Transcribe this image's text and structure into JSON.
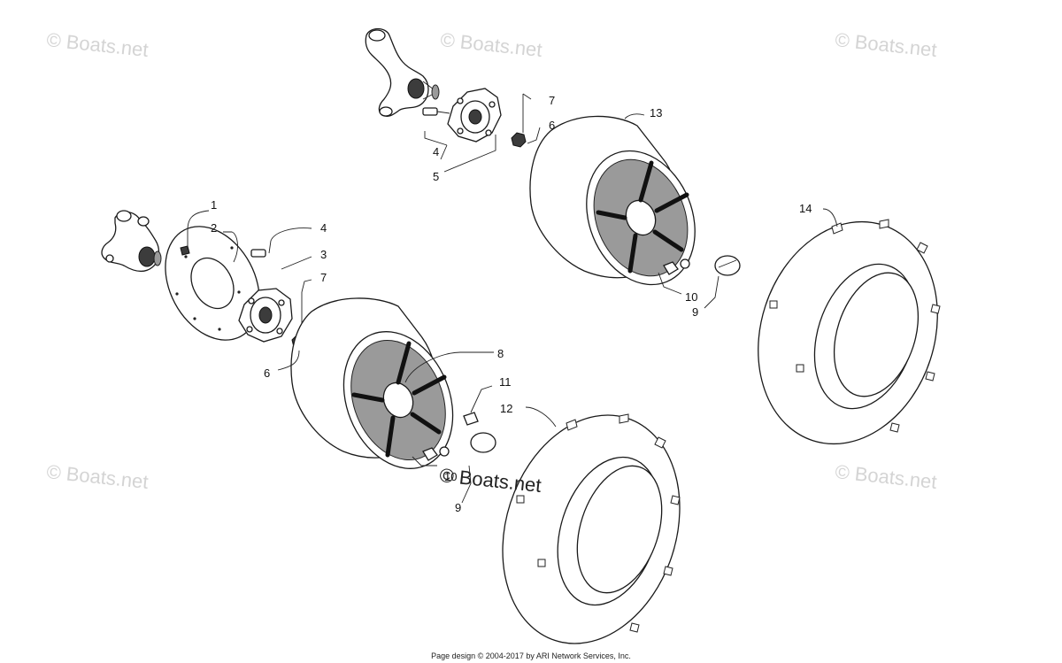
{
  "diagram": {
    "watermarks": [
      {
        "text": "© Boats.net",
        "pos": "top-left"
      },
      {
        "text": "© Boats.net",
        "pos": "top-center"
      },
      {
        "text": "© Boats.net",
        "pos": "top-right"
      },
      {
        "text": "© Boats.net",
        "pos": "bottom-left"
      },
      {
        "text": "© Boats.net",
        "pos": "bottom-right"
      }
    ],
    "center_watermark": "© Boats.net",
    "callouts": [
      {
        "id": "c1",
        "label": "1"
      },
      {
        "id": "c2",
        "label": "2"
      },
      {
        "id": "c3",
        "label": "3"
      },
      {
        "id": "c4a",
        "label": "4"
      },
      {
        "id": "c4b",
        "label": "4"
      },
      {
        "id": "c5",
        "label": "5"
      },
      {
        "id": "c6a",
        "label": "6"
      },
      {
        "id": "c6b",
        "label": "6"
      },
      {
        "id": "c7a",
        "label": "7"
      },
      {
        "id": "c7b",
        "label": "7"
      },
      {
        "id": "c8",
        "label": "8"
      },
      {
        "id": "c9a",
        "label": "9"
      },
      {
        "id": "c9b",
        "label": "9"
      },
      {
        "id": "c10a",
        "label": "10"
      },
      {
        "id": "c10b",
        "label": "10"
      },
      {
        "id": "c11",
        "label": "11"
      },
      {
        "id": "c12",
        "label": "12"
      },
      {
        "id": "c13",
        "label": "13"
      },
      {
        "id": "c14",
        "label": "14"
      }
    ],
    "footer": "Page design © 2004-2017 by ARI Network Services, Inc."
  }
}
